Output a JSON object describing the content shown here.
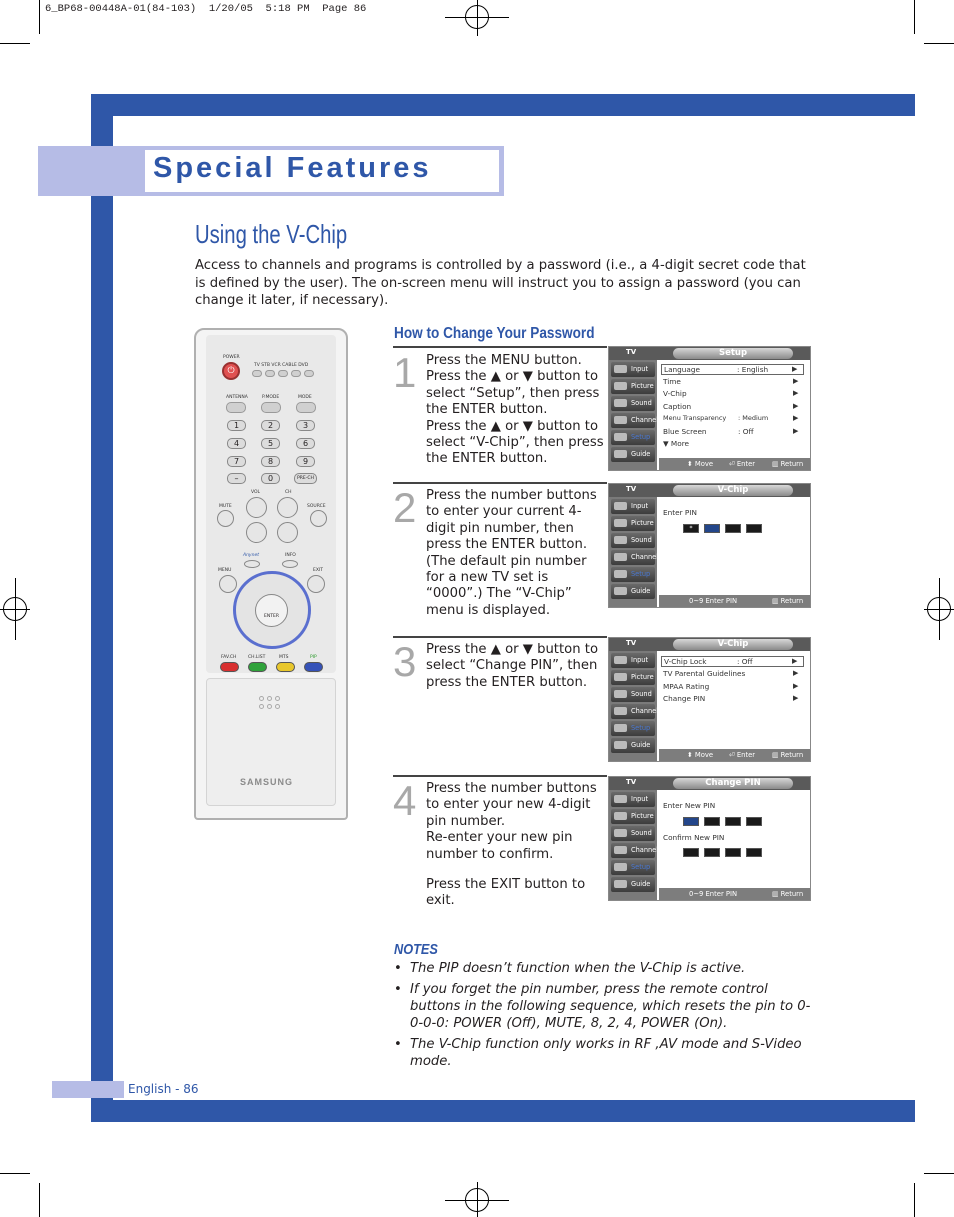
{
  "print_header": "6_BP68-00448A-01(84-103)  1/20/05  5:18 PM  Page 86",
  "banner": {
    "title": "Special Features"
  },
  "section": {
    "title": "Using the V-Chip",
    "intro": "Access to channels and programs is controlled by a password (i.e., a 4-digit secret code that is defined by the user). The on-screen menu will instruct you to assign a password (you can change it later, if necessary)."
  },
  "how_to": {
    "title": "How to Change Your Password"
  },
  "steps": [
    {
      "number": "1",
      "lines": [
        "Press the MENU button. Press the ▲ or ▼ button to select “Setup”, then press the ENTER button.",
        "Press the ▲ or ▼ button to select “V-Chip”, then press the ENTER button."
      ]
    },
    {
      "number": "2",
      "lines": [
        "Press the number buttons to enter your current 4-digit pin number, then press the ENTER button.",
        "(The default pin number for a new TV set is “0000”.) The “V-Chip” menu is displayed."
      ]
    },
    {
      "number": "3",
      "lines": [
        "Press the ▲ or ▼ button to select “Change PIN”, then press the ENTER button."
      ]
    },
    {
      "number": "4",
      "lines": [
        "Press the number buttons to enter your new 4-digit pin number.",
        "Re-enter your new pin number to confirm.",
        "Press the EXIT button to exit."
      ]
    }
  ],
  "osd": {
    "tv_label": "TV",
    "sidebar": [
      "Input",
      "Picture",
      "Sound",
      "Channel",
      "Setup",
      "Guide"
    ],
    "screen1": {
      "title": "Setup",
      "rows": [
        {
          "label": "Language",
          "value": ": English"
        },
        {
          "label": "Time",
          "value": ""
        },
        {
          "label": "V-Chip",
          "value": ""
        },
        {
          "label": "Caption",
          "value": ""
        },
        {
          "label": "Menu Transparency",
          "value": ": Medium"
        },
        {
          "label": "Blue Screen",
          "value": ": Off"
        }
      ],
      "more": "▼ More",
      "help": [
        "Move",
        "Enter",
        "Return"
      ]
    },
    "screen2": {
      "title": "V-Chip",
      "prompt": "Enter PIN",
      "pin_first": "*",
      "help": [
        "0~9 Enter PIN",
        "Return"
      ]
    },
    "screen3": {
      "title": "V-Chip",
      "rows": [
        {
          "label": "V-Chip Lock",
          "value": ": Off"
        },
        {
          "label": "TV Parental Guidelines",
          "value": ""
        },
        {
          "label": "MPAA Rating",
          "value": ""
        },
        {
          "label": "Change PIN",
          "value": ""
        }
      ],
      "help": [
        "Move",
        "Enter",
        "Return"
      ]
    },
    "screen4": {
      "title": "Change PIN",
      "prompt_new": "Enter New PIN",
      "prompt_confirm": "Confirm New PIN",
      "help": [
        "0~9 Enter PIN",
        "Return"
      ]
    }
  },
  "notes": {
    "title": "NOTES",
    "items": [
      "The PIP doesn’t function when the V-Chip is active.",
      "If you forget the pin number, press the remote control buttons in the following sequence, which resets the pin to 0-0-0-0: POWER (Off), MUTE, 8, 2, 4, POWER (On).",
      "The V-Chip function only works in RF ,AV mode and S-Video mode."
    ]
  },
  "remote": {
    "power": "POWER",
    "modes": "TV  STB  VCR  CABLE  DVD",
    "antenna": "ANTENNA",
    "pmode": "P.MODE",
    "mode": "MODE",
    "digits": [
      "1",
      "2",
      "3",
      "4",
      "5",
      "6",
      "7",
      "8",
      "9",
      "–",
      "0"
    ],
    "prech": "PRE-CH",
    "mute": "MUTE",
    "vol": "VOL",
    "ch": "CH",
    "source": "SOURCE",
    "anynet": "Anynet",
    "info": "INFO",
    "menu": "MENU",
    "exit": "EXIT",
    "enter": "ENTER",
    "fav_ch": "FAV.CH",
    "ch_list": "CH.LIST",
    "mts": "MTS",
    "pip": "PIP",
    "brand": "SAMSUNG"
  },
  "footer": {
    "page": "English - 86"
  },
  "colors": {
    "brand_blue": "#2f57a8",
    "lavender": "#b6bce6"
  }
}
